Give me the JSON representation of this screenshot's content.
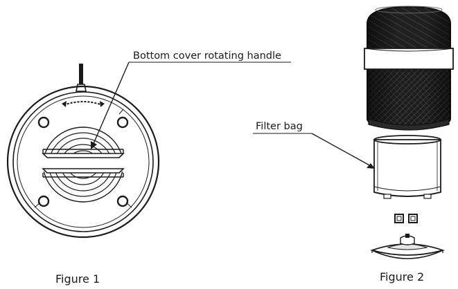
{
  "figures": [
    {
      "caption": "Figure 1",
      "callouts": [
        "Bottom cover rotating handle"
      ]
    },
    {
      "caption": "Figure 2",
      "callouts": [
        "Filter bag"
      ]
    }
  ],
  "colors": {
    "ink": "#1a1a1a",
    "background": "#ffffff",
    "dark_body": "#1c1c1c"
  }
}
